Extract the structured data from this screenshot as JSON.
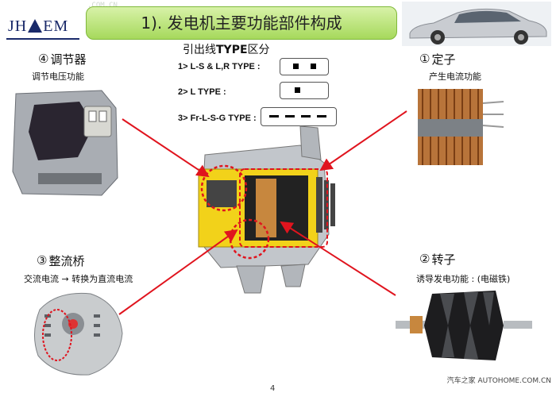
{
  "header": {
    "watermark_top": ".COM.CN",
    "logo_left": "JH",
    "logo_right": "EM",
    "title": "1). 发电机主要功能部件构成"
  },
  "table": {
    "heading_pre": "引出线",
    "heading_bold": "TYPE",
    "heading_post": "区分",
    "rows": [
      {
        "label": "1> L-S & L,R  TYPE :"
      },
      {
        "label": "2> L  TYPE :"
      },
      {
        "label": "3> Fr-L-S-G  TYPE :"
      }
    ]
  },
  "parts": {
    "regulator": {
      "num": "④",
      "title": "调节器",
      "desc": "调节电压功能"
    },
    "stator": {
      "num": "①",
      "title": "定子",
      "desc": "产生电流功能"
    },
    "rectifier": {
      "num": "③",
      "title": "整流桥",
      "desc": "交流电流 → 转换为直流电流"
    },
    "rotor": {
      "num": "②",
      "title": "转子",
      "desc": "诱导发电功能 : (电磁铁)"
    }
  },
  "footer": {
    "watermark": "汽车之家  AUTOHOME.COM.CN",
    "page": "4"
  },
  "colors": {
    "banner_green": "#a6d95c",
    "arrow_red": "#e0141e",
    "logo_navy": "#1a2a6a",
    "highlight_yellow": "#f2d21a"
  }
}
